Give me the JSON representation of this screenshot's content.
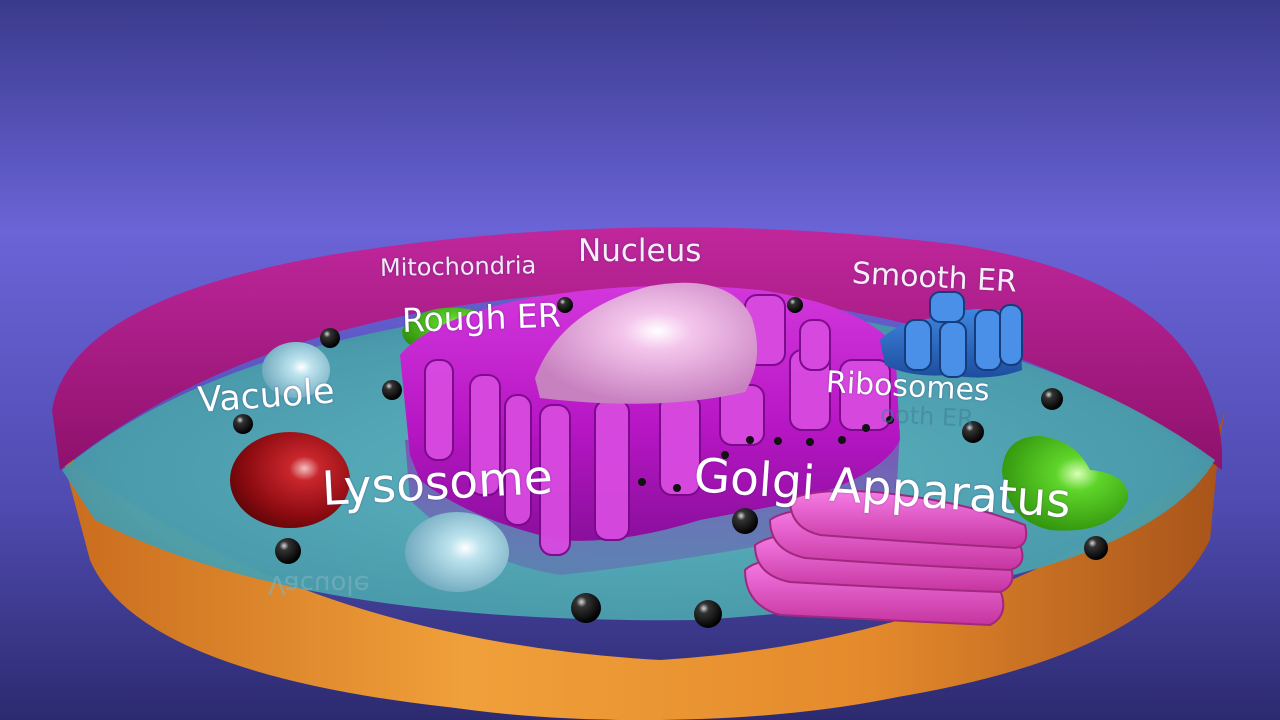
{
  "scene": {
    "description_colors": {
      "sky_top": "#3b3a8e",
      "sky_mid": "#6a63d6",
      "cytoplasm": "#4fa7b0",
      "membrane_rim": "#b0188a",
      "cell_wall_outer": "#e8902e",
      "organelle_magenta": "#c61bd0",
      "nucleus": "#f1b7e6",
      "mitochondria_green": "#3fbe14",
      "smooth_er_blue": "#2f6cc8",
      "lysosome_red": "#9a0f14",
      "vacuole_blue": "#a9d5e2",
      "golgi_pink": "#ea4fd4",
      "ribosome_black": "#111111"
    }
  },
  "labels": {
    "mitochondria": "Mitochondria",
    "nucleus": "Nucleus",
    "smooth_er": "Smooth ER",
    "rough_er": "Rough ER",
    "vacuole": "Vacuole",
    "ribosomes": "Ribosomes",
    "lysosome": "Lysosome",
    "golgi": "Golgi Apparatus"
  }
}
